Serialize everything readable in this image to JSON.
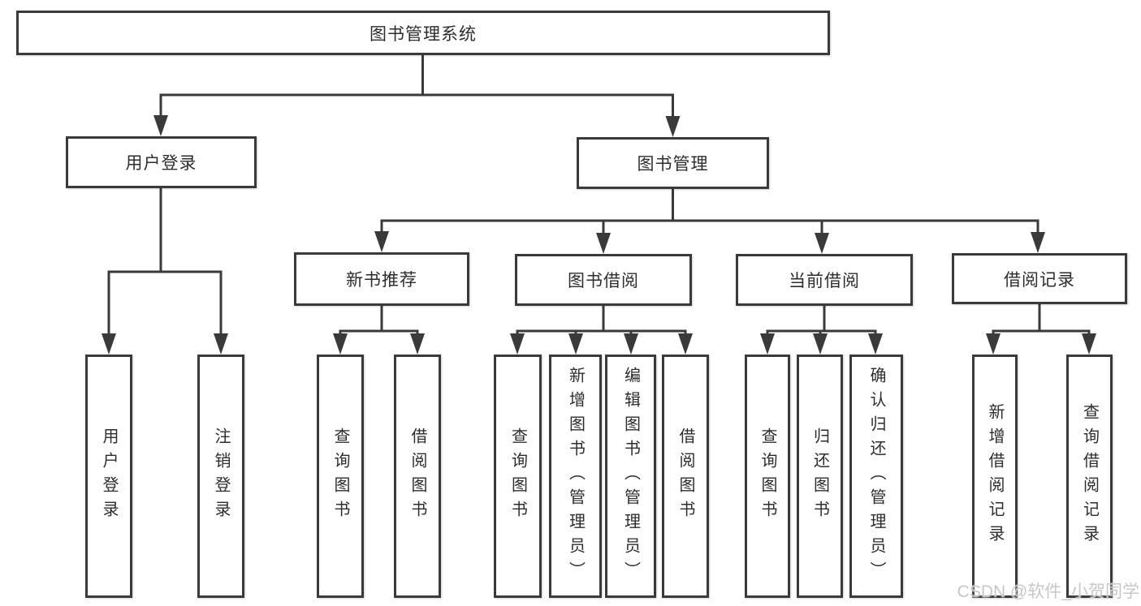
{
  "nodes": {
    "root": {
      "label": "图书管理系统"
    },
    "user_login": {
      "label": "用户登录"
    },
    "user_login_leaf": {
      "label": "用户登录"
    },
    "logout": {
      "label": "注销登录"
    },
    "book_mgmt": {
      "label": "图书管理"
    },
    "new_book_rec": {
      "label": "新书推荐"
    },
    "nbr_query": {
      "label": "查询图书"
    },
    "nbr_borrow": {
      "label": "借阅图书"
    },
    "book_borrow": {
      "label": "图书借阅"
    },
    "bb_query": {
      "label": "查询图书"
    },
    "bb_add": {
      "label": "新增图书（管理员）"
    },
    "bb_edit": {
      "label": "编辑图书（管理员）"
    },
    "bb_borrow": {
      "label": "借阅图书"
    },
    "current_borrow": {
      "label": "当前借阅"
    },
    "cb_query": {
      "label": "查询图书"
    },
    "cb_return": {
      "label": "归还图书"
    },
    "cb_confirm": {
      "label": "确认归还（管理员）"
    },
    "borrow_records": {
      "label": "借阅记录"
    },
    "br_add": {
      "label": "新增借阅记录"
    },
    "br_query": {
      "label": "查询借阅记录"
    }
  },
  "watermark": "CSDN @软件_小贺同学",
  "colors": {
    "line": "#3a3a3a",
    "text": "#2d2d2d",
    "watermark": "#c7c7c7",
    "background": "#ffffff"
  }
}
